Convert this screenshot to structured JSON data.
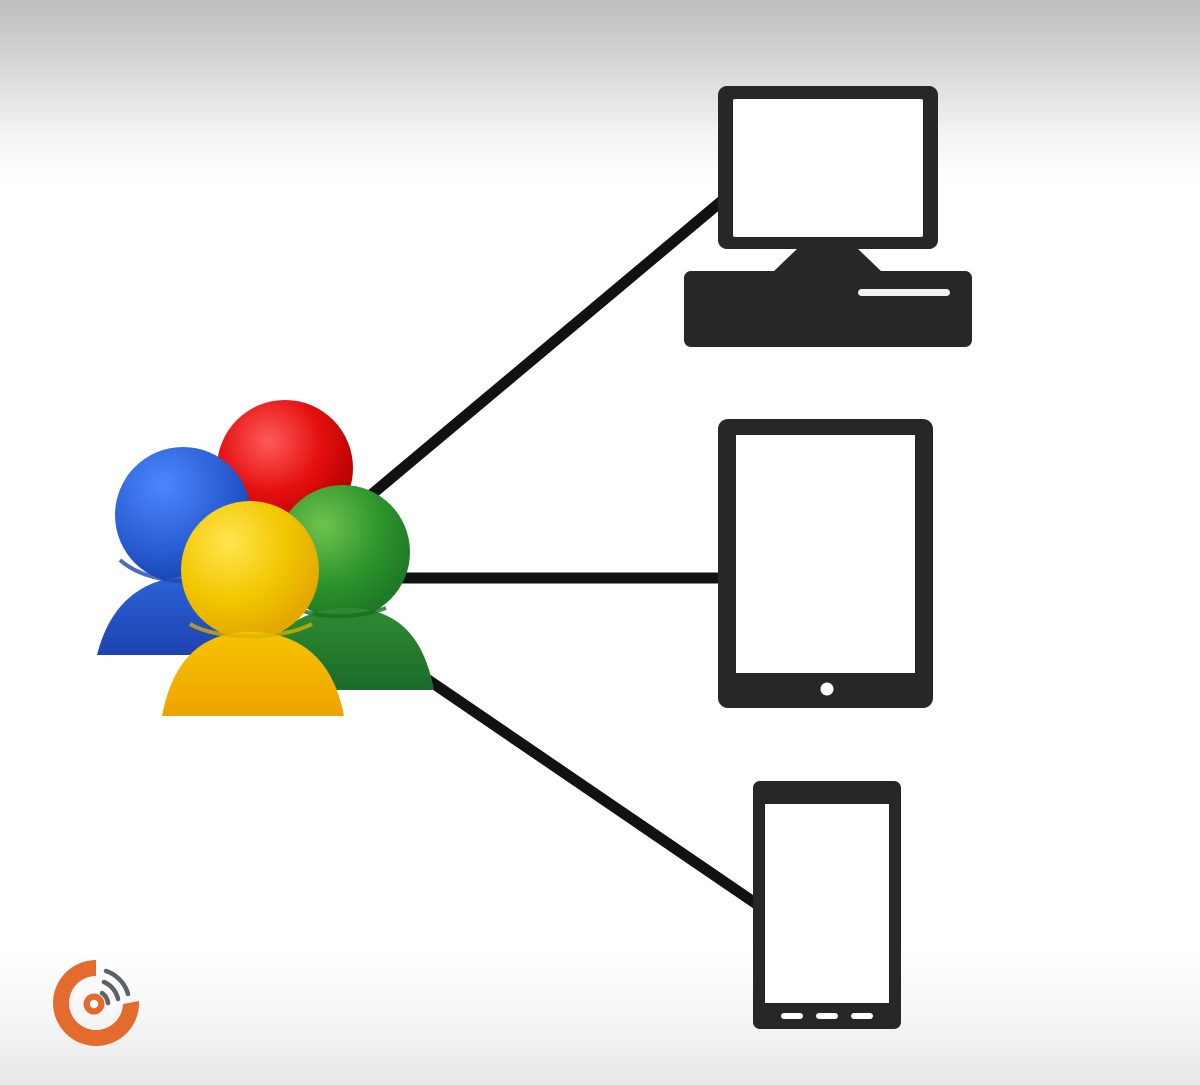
{
  "diagram": {
    "hub": {
      "icon": "user-group-icon",
      "people": [
        {
          "role": "back-red",
          "color": "#dd1111"
        },
        {
          "role": "left-blue",
          "color": "#2f62d8"
        },
        {
          "role": "right-green",
          "color": "#2f8f2a"
        },
        {
          "role": "front-yellow",
          "color": "#f2c200"
        }
      ]
    },
    "connector_color": "#111111",
    "devices": [
      {
        "icon": "desktop-computer-icon"
      },
      {
        "icon": "tablet-icon"
      },
      {
        "icon": "smartphone-icon"
      }
    ]
  },
  "watermark": {
    "icon": "broadcast-logo-icon",
    "color": "#e46a2d"
  }
}
